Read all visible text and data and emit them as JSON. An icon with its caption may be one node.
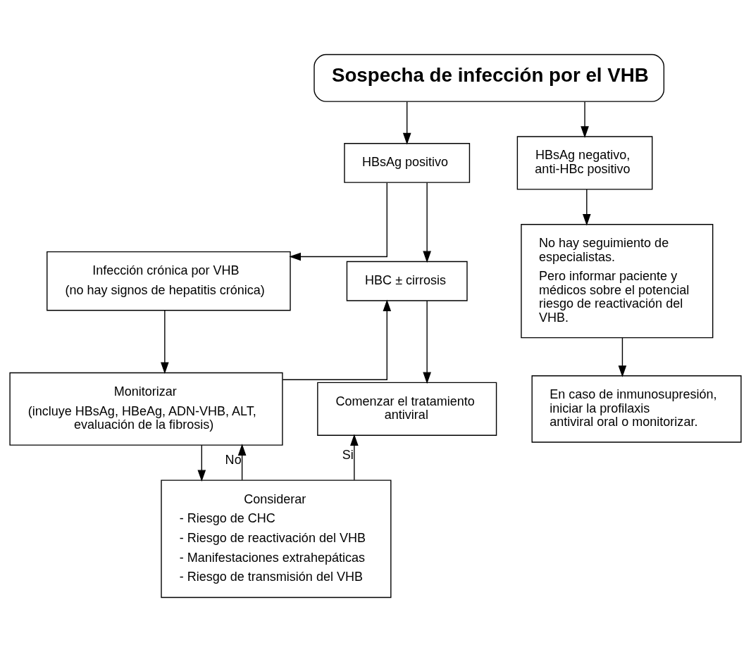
{
  "diagram": {
    "nodes": [
      {
        "text": [
          "Sospecha de infección por el VHB"
        ]
      },
      {
        "text": [
          "HBsAg positivo"
        ]
      },
      {
        "text": [
          "HBsAg negativo, anti-HBc positivo"
        ]
      },
      {
        "text": [
          "Infección crónica por VHB",
          "(no hay signos de hepatitis crónica)"
        ]
      },
      {
        "text": [
          "HBC ± cirrosis"
        ]
      },
      {
        "text": [
          "No hay seguimiento de especialistas.",
          "Pero informar paciente y médicos sobre el potencial riesgo de reactivación del VHB."
        ]
      },
      {
        "text": [
          "Monitorizar",
          "(incluye HBsAg, HBeAg, ADN-VHB, ALT, evaluación de la fibrosis)"
        ]
      },
      {
        "text": [
          "Comenzar el tratamiento antiviral"
        ]
      },
      {
        "text": [
          "En caso de inmunosupresión, iniciar la profilaxis antiviral oral o monitorizar."
        ]
      },
      {
        "text": [
          "Considerar",
          "- Riesgo de CHC",
          "- Riesgo de reactivación del VHB",
          "- Manifestaciones extrahepáticas",
          "- Riesgo de transmisión del VHB"
        ]
      }
    ],
    "edges": [
      {
        "from": 0,
        "to": 1,
        "arrow": "to"
      },
      {
        "from": 0,
        "to": 2,
        "arrow": "to"
      },
      {
        "from": 1,
        "to": 3,
        "arrow": "to"
      },
      {
        "from": 1,
        "to": 4,
        "arrow": "to"
      },
      {
        "from": 2,
        "to": 5,
        "arrow": "to"
      },
      {
        "from": 3,
        "to": 6,
        "arrow": "to"
      },
      {
        "from": 6,
        "to": 4,
        "arrow": "to"
      },
      {
        "from": 4,
        "to": 7,
        "arrow": "to"
      },
      {
        "from": 5,
        "to": 8,
        "arrow": "to"
      },
      {
        "from": 6,
        "to": 9,
        "arrow": "to"
      },
      {
        "from": 9,
        "to": 6,
        "arrow": "to",
        "label": "No"
      },
      {
        "from": 9,
        "to": 7,
        "arrow": "to",
        "label": "Si"
      }
    ]
  }
}
